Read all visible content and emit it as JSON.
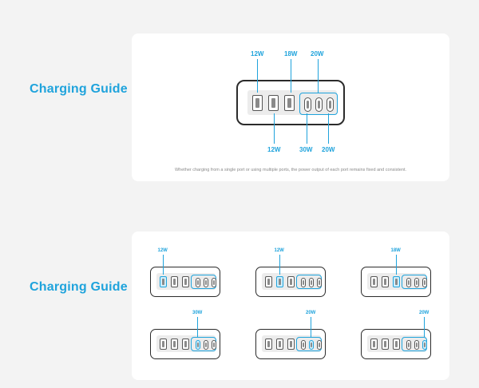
{
  "sections": [
    {
      "title": "Charging Guide"
    },
    {
      "title": "Charging Guide"
    }
  ],
  "top_diagram": {
    "labels_top": [
      "12W",
      "18W",
      "20W"
    ],
    "labels_bottom": [
      "12W",
      "30W",
      "20W"
    ],
    "caption": "Whether charging from a single port or using multiple ports, the power output of each port remains fixed and consistent."
  },
  "grid": [
    {
      "label": "12W",
      "port_index": 0
    },
    {
      "label": "12W",
      "port_index": 1
    },
    {
      "label": "18W",
      "port_index": 2
    },
    {
      "label": "30W",
      "port_index": 3
    },
    {
      "label": "20W",
      "port_index": 4
    },
    {
      "label": "20W",
      "port_index": 5
    }
  ],
  "colors": {
    "accent": "#1fa3dc",
    "background": "#f3f3f3",
    "card": "#ffffff",
    "device_outline": "#2b2b2b"
  }
}
